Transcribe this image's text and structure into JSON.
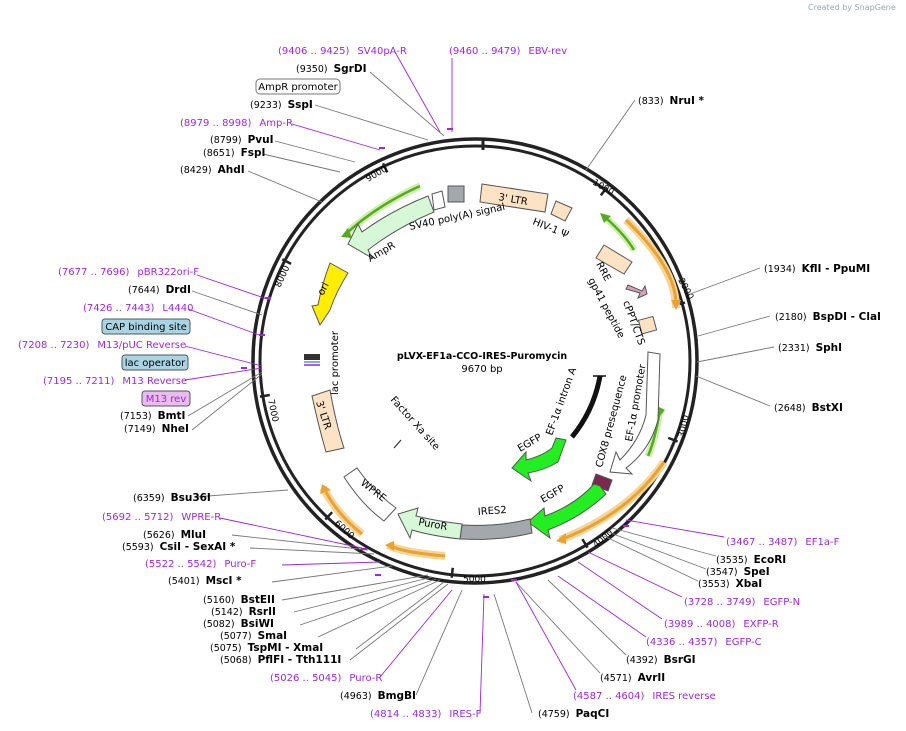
{
  "credit": "Created by SnapGene",
  "plasmid": {
    "name": "pLVX-EF1a-CCO-IRES-Puromycin",
    "size": "9670 bp"
  },
  "ticks": [
    "1000",
    "2000",
    "3000",
    "4000",
    "5000",
    "6000",
    "7000",
    "8000",
    "9000"
  ],
  "enzymes": {
    "SgrDI": {
      "pos": "(9350)",
      "name": "SgrDI"
    },
    "SspI": {
      "pos": "(9233)",
      "name": "SspI"
    },
    "PvuI": {
      "pos": "(8799)",
      "name": "PvuI"
    },
    "FspI": {
      "pos": "(8651)",
      "name": "FspI"
    },
    "AhdI": {
      "pos": "(8429)",
      "name": "AhdI"
    },
    "DrdI": {
      "pos": "(7644)",
      "name": "DrdI"
    },
    "BmtI": {
      "pos": "(7153)",
      "name": "BmtI"
    },
    "NheI": {
      "pos": "(7149)",
      "name": "NheI"
    },
    "Bsu36I": {
      "pos": "(6359)",
      "name": "Bsu36I"
    },
    "MluI": {
      "pos": "(5626)",
      "name": "MluI"
    },
    "CsiI": {
      "pos": "(5593)",
      "name": "CsiI  - SexAI *"
    },
    "MscI": {
      "pos": "(5401)",
      "name": "MscI *"
    },
    "BstEII": {
      "pos": "(5160)",
      "name": "BstEII"
    },
    "RsrII": {
      "pos": "(5142)",
      "name": "RsrII"
    },
    "BsiWI": {
      "pos": "(5082)",
      "name": "BsiWI"
    },
    "SmaI": {
      "pos": "(5077)",
      "name": "SmaI"
    },
    "TspMI": {
      "pos": "(5075)",
      "name": "TspMI  - XmaI"
    },
    "PflFI": {
      "pos": "(5068)",
      "name": "PflFI  - Tth111I"
    },
    "BmgBI": {
      "pos": "(4963)",
      "name": "BmgBI"
    },
    "PaqCI": {
      "pos": "(4759)",
      "name": "PaqCI"
    },
    "AvrII": {
      "pos": "(4571)",
      "name": "AvrII"
    },
    "BsrGI": {
      "pos": "(4392)",
      "name": "BsrGI"
    },
    "XbaI": {
      "pos": "(3553)",
      "name": "XbaI"
    },
    "SpeI": {
      "pos": "(3547)",
      "name": "SpeI"
    },
    "EcoRI": {
      "pos": "(3535)",
      "name": "EcoRI"
    },
    "BstXI": {
      "pos": "(2648)",
      "name": "BstXI"
    },
    "SphI": {
      "pos": "(2331)",
      "name": "SphI"
    },
    "BspDI": {
      "pos": "(2180)",
      "name": "BspDI  - ClaI"
    },
    "KflI": {
      "pos": "(1934)",
      "name": "KflI  - PpuMI"
    },
    "NruI": {
      "pos": "(833)",
      "name": "NruI *"
    }
  },
  "primers": {
    "SV40pA-R": {
      "range": "(9406 .. 9425)",
      "name": "SV40pA-R"
    },
    "EBV-rev": {
      "range": "(9460 .. 9479)",
      "name": "EBV-rev"
    },
    "Amp-R": {
      "range": "(8979 .. 8998)",
      "name": "Amp-R"
    },
    "pBR322ori-F": {
      "range": "(7677 .. 7696)",
      "name": "pBR322ori-F"
    },
    "L4440": {
      "range": "(7426 .. 7443)",
      "name": "L4440"
    },
    "M13pUC": {
      "range": "(7208 .. 7230)",
      "name": "M13/pUC Reverse"
    },
    "M13Rev": {
      "range": "(7195 .. 7211)",
      "name": "M13 Reverse"
    },
    "WPRE-R": {
      "range": "(5692 .. 5712)",
      "name": "WPRE-R"
    },
    "Puro-F": {
      "range": "(5522 .. 5542)",
      "name": "Puro-F"
    },
    "Puro-R": {
      "range": "(5026 .. 5045)",
      "name": "Puro-R"
    },
    "IRES-F": {
      "range": "(4814 .. 4833)",
      "name": "IRES-F"
    },
    "IRESrev": {
      "range": "(4587 .. 4604)",
      "name": "IRES reverse"
    },
    "EGFP-C": {
      "range": "(4336 .. 4357)",
      "name": "EGFP-C"
    },
    "EXFP-R": {
      "range": "(3989 .. 4008)",
      "name": "EXFP-R"
    },
    "EGFP-N": {
      "range": "(3728 .. 3749)",
      "name": "EGFP-N"
    },
    "EF1a-F": {
      "range": "(3467 .. 3487)",
      "name": "EF1a-F"
    }
  },
  "boxed_labels": {
    "AmpR_promoter": "AmpR promoter",
    "CAP": "CAP binding site",
    "lac_operator": "lac operator",
    "M13_rev": "M13 rev"
  },
  "features": {
    "LTR3_top": "3' LTR",
    "HIV": "HIV-1 Ψ",
    "RRE": "RRE",
    "gp41": "gp41 peptide",
    "cPPT": "cPPT/CTS",
    "EF1a_promoter": "EF-1α promoter",
    "EF1a_intron": "EF-1α intron A",
    "COX8": "COX8 presequence",
    "EGFP1": "EGFP",
    "EGFP2": "EGFP",
    "IRES2": "IRES2",
    "PuroR": "PuroR",
    "WPRE": "WPRE",
    "LTR3_left": "3' LTR",
    "FactorXa": "Factor Xa site",
    "lac_promoter": "lac promoter",
    "ori": "ori",
    "AmpR": "AmpR",
    "SV40": "SV40 poly(A) signal"
  },
  "colors": {
    "backbone": "#222222",
    "primer": "#9a2ad6",
    "ltr": "#fde2c4",
    "egfp": "#22ee22",
    "ori": "#ffee00",
    "ampr": "#d6f8d6",
    "ires": "#a3a8ad",
    "orange_arrow": "#e9a330",
    "green_arrow": "#66cc22",
    "box_blue": "#a8d4e4",
    "box_pink": "#e8bcf0"
  }
}
